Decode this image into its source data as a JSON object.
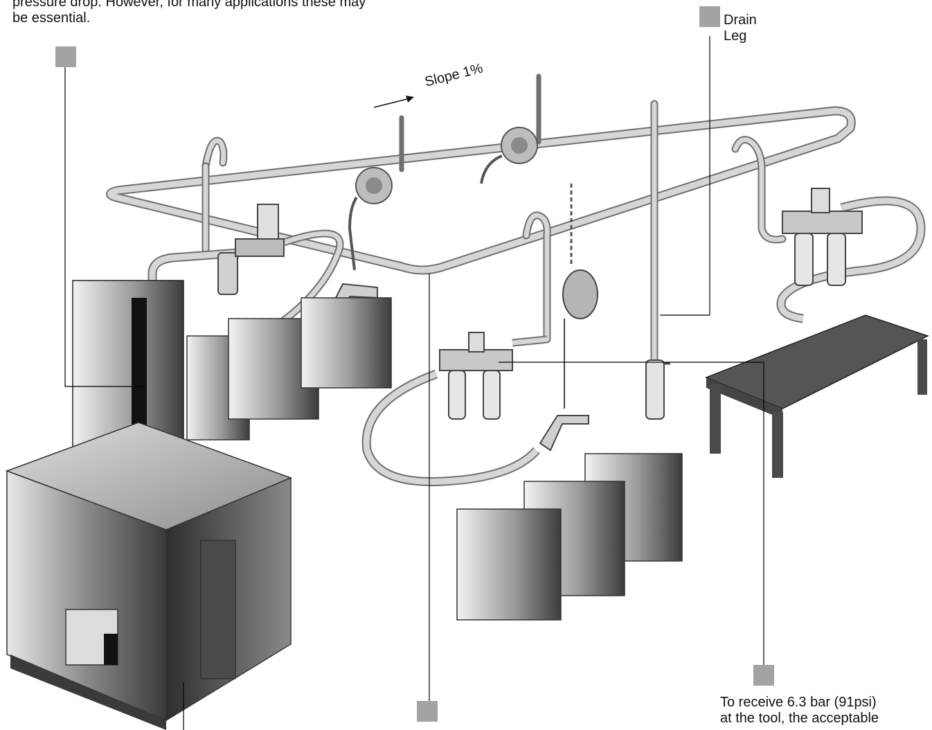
{
  "text": {
    "intro_line1": "pressure drop. However, for many applications these may",
    "intro_line2": "be essential.",
    "drain_leg_line1": "Drain",
    "drain_leg_line2": "Leg",
    "slope_label": "Slope 1%",
    "bottom_note_line1": "To receive 6.3 bar (91psi)",
    "bottom_note_line2": "at the tool, the acceptable"
  },
  "colors": {
    "marker": "#a3a3a3",
    "pipe": "#d4d4d4",
    "pipe_outline": "#6f6f6f",
    "equipment_dark": "#4a4a4a",
    "equipment_light": "#e3e3e3",
    "leader_line": "#000000"
  }
}
